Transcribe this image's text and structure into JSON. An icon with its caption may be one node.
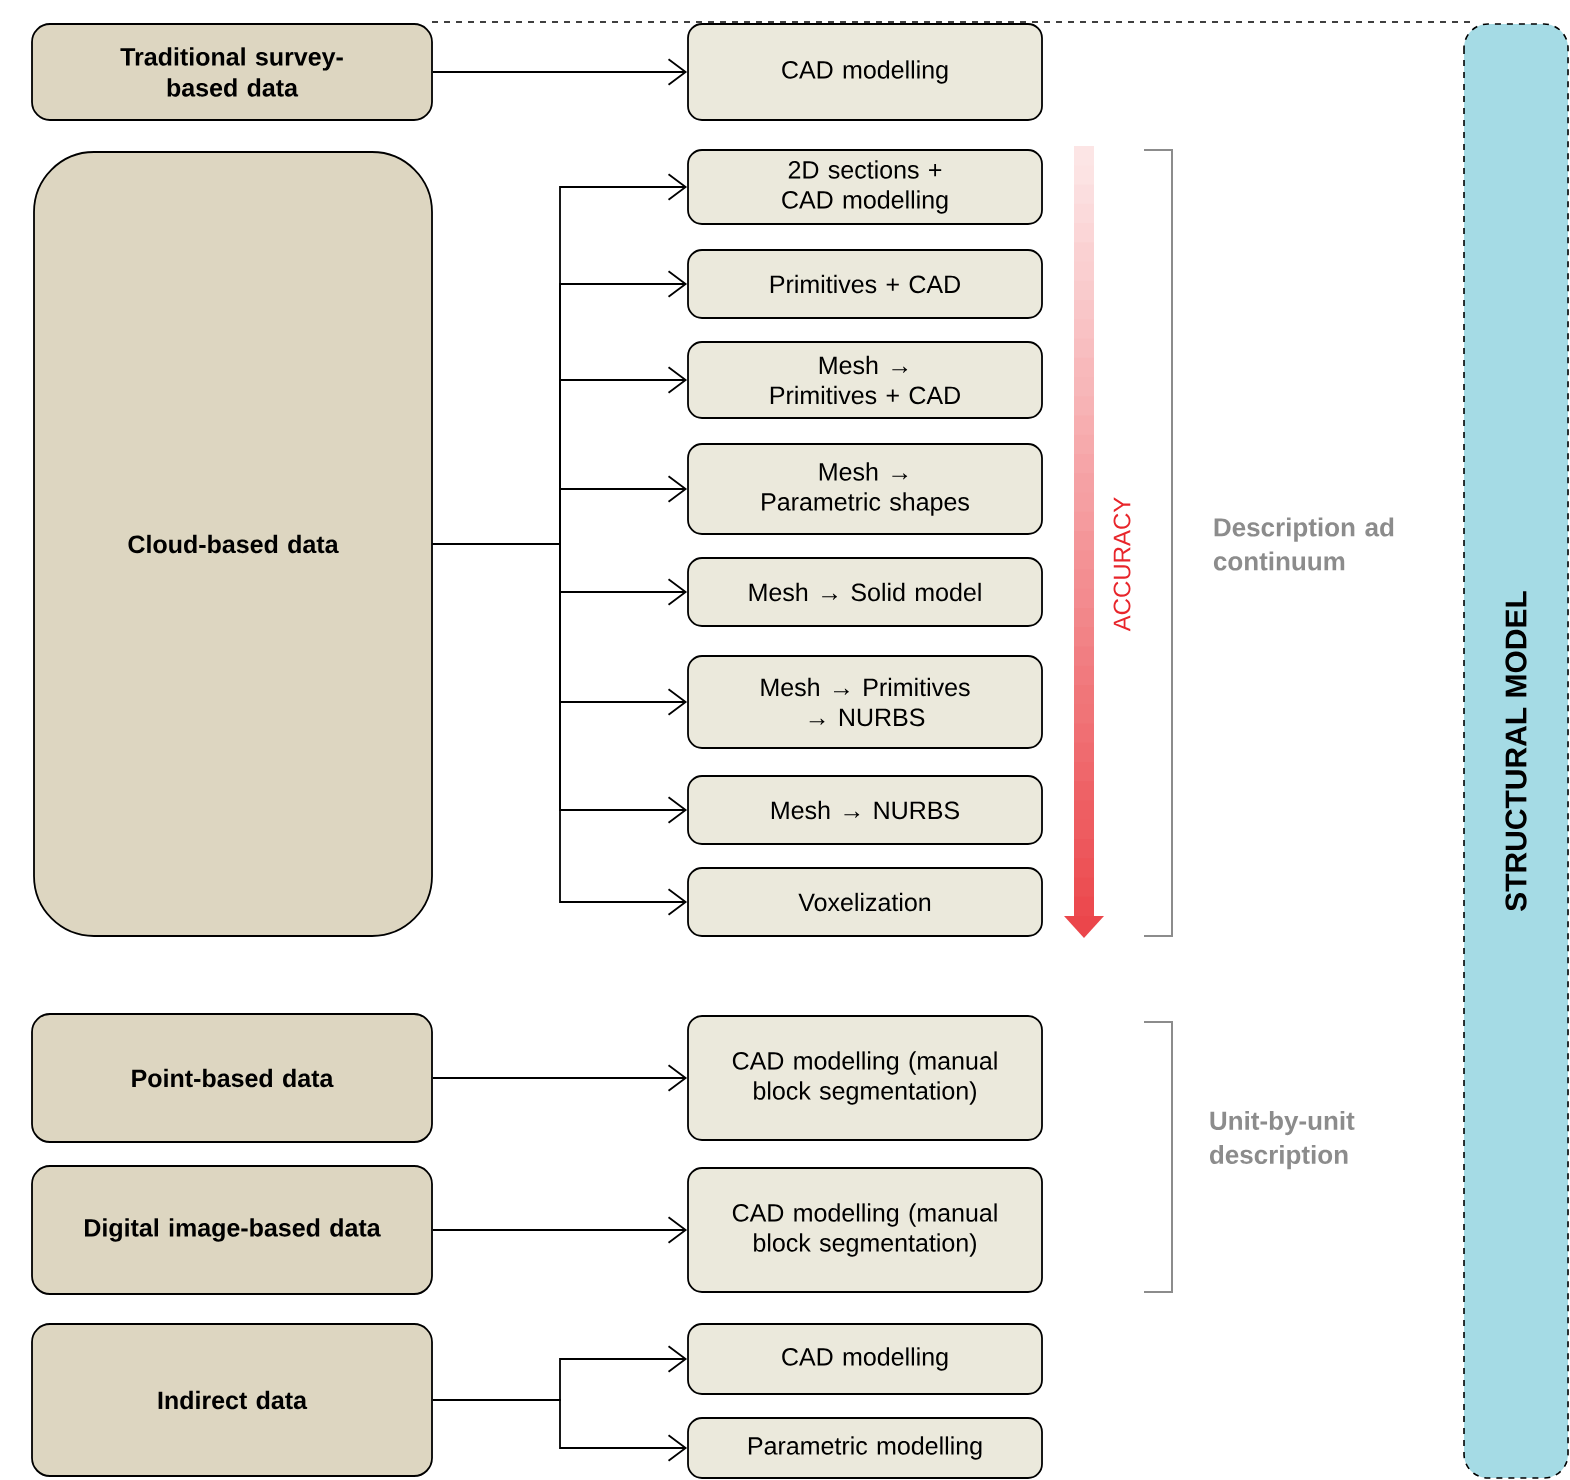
{
  "diagram": {
    "nodes": [
      {
        "text": [
          "Traditional survey-based data"
        ]
      },
      {
        "text": [
          "CAD modelling"
        ]
      },
      {
        "text": [
          "Cloud-based data"
        ]
      },
      {
        "text": [
          "2D sections + CAD modelling"
        ]
      },
      {
        "text": [
          "Primitives + CAD"
        ]
      },
      {
        "text": [
          "Mesh → Primitives + CAD"
        ]
      },
      {
        "text": [
          "Mesh → Parametric shapes"
        ]
      },
      {
        "text": [
          "Mesh → Solid model"
        ]
      },
      {
        "text": [
          "Mesh → Primitives → NURBS"
        ]
      },
      {
        "text": [
          "Mesh → NURBS"
        ]
      },
      {
        "text": [
          "Voxelization"
        ]
      },
      {
        "text": [
          "Point-based data"
        ]
      },
      {
        "text": [
          "CAD modelling (manual block segmentation)"
        ]
      },
      {
        "text": [
          "Digital image-based data"
        ]
      },
      {
        "text": [
          "CAD modelling (manual block segmentation)"
        ]
      },
      {
        "text": [
          "Indirect data"
        ]
      },
      {
        "text": [
          "CAD modelling"
        ]
      },
      {
        "text": [
          "Parametric modelling"
        ]
      },
      {
        "text": [
          "STRUCTURAL MODEL"
        ]
      }
    ],
    "edges": [
      {
        "from": 0,
        "to": 1,
        "arrow": "to"
      },
      {
        "from": 2,
        "to": 3,
        "arrow": "to"
      },
      {
        "from": 2,
        "to": 4,
        "arrow": "to"
      },
      {
        "from": 2,
        "to": 5,
        "arrow": "to"
      },
      {
        "from": 2,
        "to": 6,
        "arrow": "to"
      },
      {
        "from": 2,
        "to": 7,
        "arrow": "to"
      },
      {
        "from": 2,
        "to": 8,
        "arrow": "to"
      },
      {
        "from": 2,
        "to": 9,
        "arrow": "to"
      },
      {
        "from": 2,
        "to": 10,
        "arrow": "to"
      },
      {
        "from": 11,
        "to": 12,
        "arrow": "to"
      },
      {
        "from": 13,
        "to": 14,
        "arrow": "to"
      },
      {
        "from": 15,
        "to": 16,
        "arrow": "to"
      },
      {
        "from": 15,
        "to": 17,
        "arrow": "to"
      }
    ],
    "labels": [
      "ACCURACY",
      "Description ad continuum",
      "Unit-by-unit description"
    ]
  }
}
